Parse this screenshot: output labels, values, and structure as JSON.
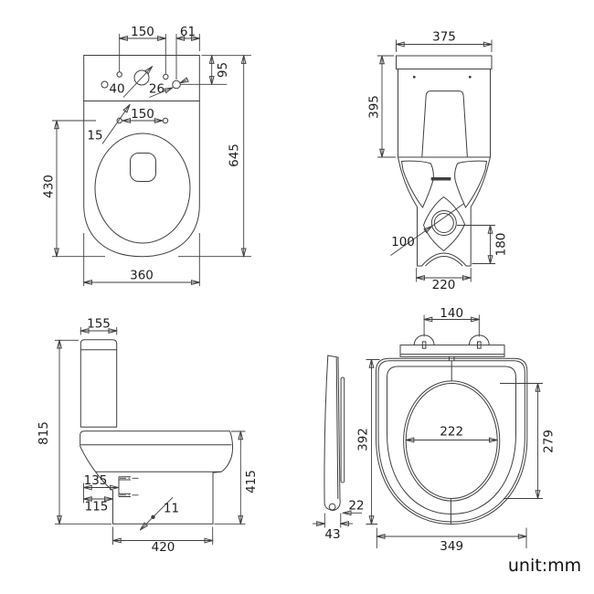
{
  "unit_label": "unit:mm",
  "colors": {
    "line": "#3f3f3f",
    "text": "#1d1d1d",
    "background": "#ffffff"
  },
  "views": {
    "top": {
      "tank_hole_spacing": "150",
      "corner_hole_offset": "61",
      "corner_hole_depth": "95",
      "inlet_hole_diameter": "40",
      "small_hole_diameter": "26",
      "seat_hole_diameter": "15",
      "seat_hole_spacing": "150",
      "bowl_length": "430",
      "overall_length": "645",
      "overall_width": "360"
    },
    "back": {
      "tank_width": "375",
      "tank_height": "395",
      "outlet_diameter": "100",
      "outlet_height": "180",
      "base_width": "220"
    },
    "side": {
      "tank_depth": "155",
      "overall_height": "815",
      "inlet_offset": "135",
      "outlet_offset": "115",
      "fixing_hole_diameter": "11",
      "base_depth": "420",
      "bowl_height": "415"
    },
    "seat": {
      "hinge_spacing": "140",
      "seat_length": "392",
      "opening_width": "222",
      "opening_length": "279",
      "seat_thickness": "22",
      "profile_depth": "43",
      "seat_width": "349"
    }
  }
}
